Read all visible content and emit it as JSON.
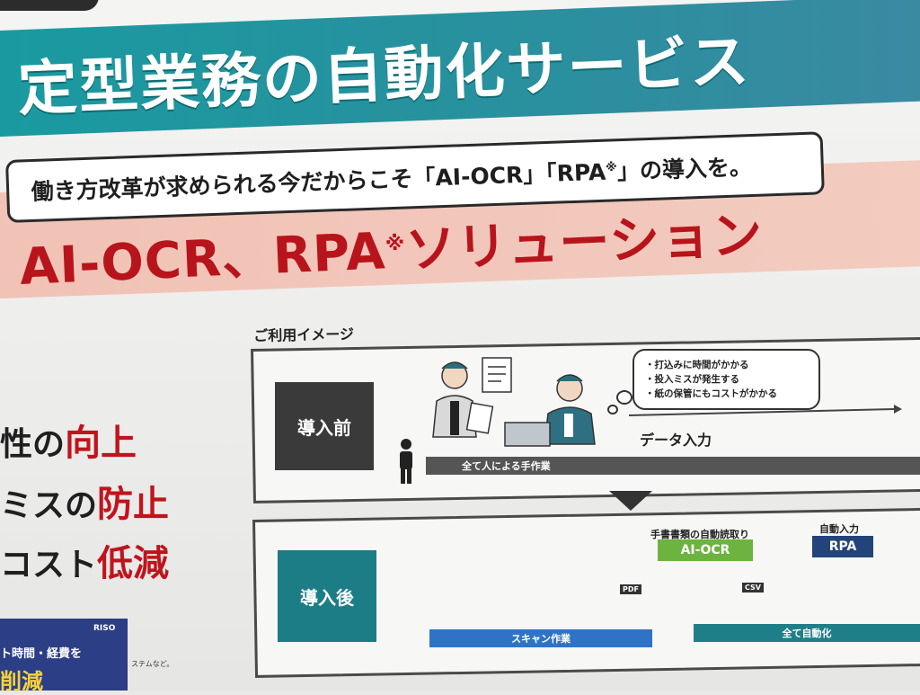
{
  "poster": {
    "title": "定型業務の自動化サービス",
    "subtitle_pre": "働き方改革が求められる今だからこそ「AI-OCR」「RPA",
    "subtitle_mark": "※",
    "subtitle_post": "」の導入を。",
    "solution_pre": "AI-OCR、RPA",
    "solution_mark": "※",
    "solution_post": "ソリューション",
    "benefits": [
      {
        "pre": "性の",
        "hl": "向上"
      },
      {
        "pre": "ミスの",
        "hl": "防止"
      },
      {
        "pre": "コスト",
        "hl": "低減"
      }
    ],
    "usage_label": "ご利用イメージ",
    "before": {
      "tag": "導入前",
      "thoughts": [
        "・打込みに時間がかかる",
        "・投入ミスが発生する",
        "・紙の保管にもコストがかかる"
      ],
      "data_entry": "データ入力",
      "manual_bar": "全て人による手作業"
    },
    "after": {
      "tag": "導入後",
      "auto_read_label": "手書書類の自動読取り",
      "ai_ocr": "AI-OCR",
      "auto_input_label": "自動入力",
      "rpa": "RPA",
      "pdf": "PDF",
      "csv": "CSV",
      "scan_bar": "スキャン作業",
      "auto_bar": "全て自動化"
    },
    "bottom_panel": {
      "logo": "RISO",
      "line1": "ト時間・経費を",
      "line2": "削減",
      "side_note": "ステムなど。"
    }
  },
  "colors": {
    "title_banner": "#1a9aa0",
    "accent_red": "#b8141c",
    "salmon": "#f1c2b6",
    "after_teal": "#1d7d86",
    "ocr_green": "#6db33f",
    "rpa_navy": "#22447a",
    "scan_blue": "#2f73c6"
  }
}
